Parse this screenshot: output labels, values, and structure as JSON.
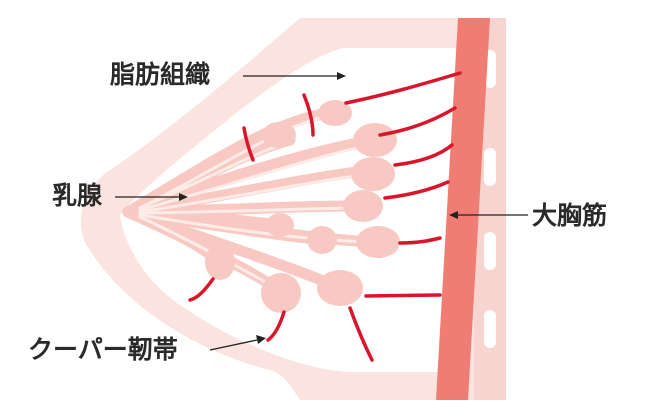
{
  "labels": {
    "adipose": "脂肪組織",
    "mammary_gland": "乳腺",
    "pectoral_muscle": "大胸筋",
    "cooper_ligament": "クーパー靭帯"
  },
  "colors": {
    "outer_skin": "#fbe3df",
    "inner_fat": "#ffffff",
    "gland": "#f8c9c3",
    "duct_highlight": "#fdebe8",
    "muscle": "#f07d73",
    "rib_band": "#f7d4cf",
    "ligament": "#d9152b",
    "text": "#2a2a2a"
  }
}
